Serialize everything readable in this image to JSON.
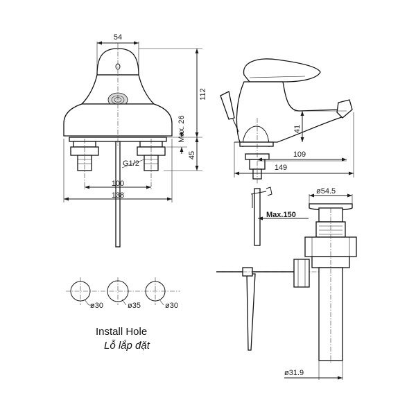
{
  "front_view": {
    "width_top": "54",
    "height_total": "112",
    "deck_max": "Max. 26",
    "shank": "45",
    "thread": "G1/2",
    "centers": "100",
    "width_base": "138"
  },
  "side_view": {
    "spout_height": "41",
    "reach": "109",
    "depth": "149",
    "max_deck": "Max.150"
  },
  "drain": {
    "top_diameter": "ø54.5",
    "pipe_diameter": "ø31.9"
  },
  "holes": [
    {
      "label": "ø30"
    },
    {
      "label": "ø35"
    },
    {
      "label": "ø30"
    }
  ],
  "caption": {
    "title": "Install Hole",
    "subtitle": "Lỗ lắp đặt"
  }
}
